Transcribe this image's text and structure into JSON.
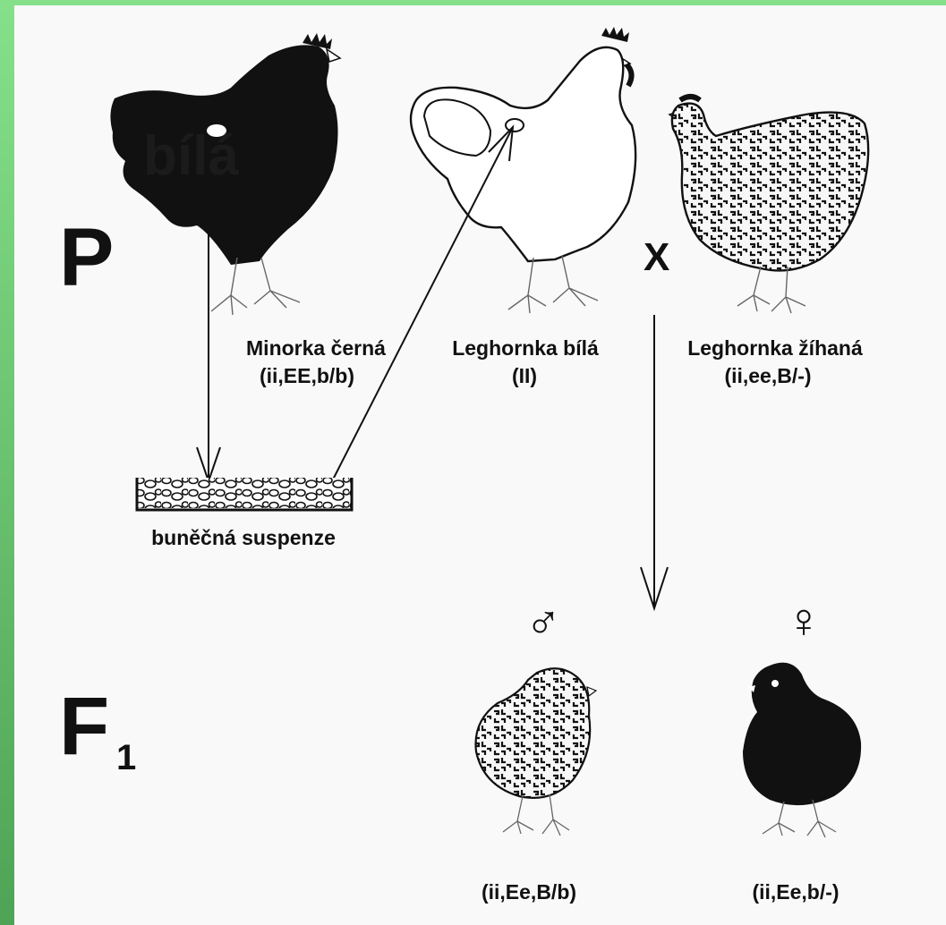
{
  "generation_p": "P",
  "generation_f": "F",
  "generation_f_sub": "1",
  "cross_symbol": "X",
  "male_symbol": "♂",
  "female_symbol": "♀",
  "watermark": "bílá",
  "parents": {
    "minorka": {
      "name": "Minorka černá",
      "genotype": "(ii,EE,b/b)"
    },
    "leghorn_white": {
      "name": "Leghornka bílá",
      "genotype": "(II)"
    },
    "leghorn_barred": {
      "name": "Leghornka žíhaná",
      "genotype": "(ii,ee,B/-)"
    }
  },
  "suspension_label": "buněčná suspenze",
  "offspring": {
    "male_genotype": "(ii,Ee,B/b)",
    "female_genotype": "(ii,Ee,b/-)"
  },
  "colors": {
    "background_green": "#6cc873",
    "paper": "#f9f9f9",
    "ink": "#111111"
  }
}
